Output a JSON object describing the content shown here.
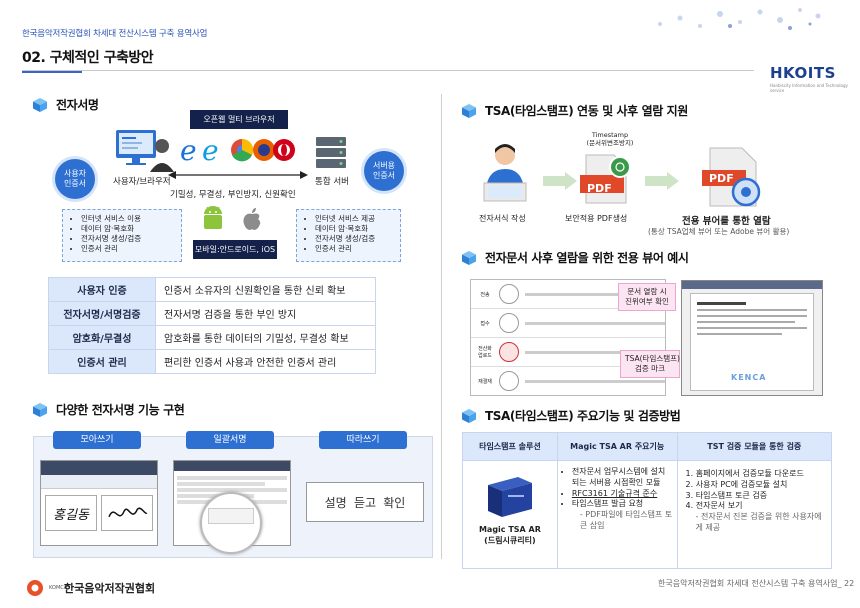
{
  "header": {
    "subtitle": "한국음악저작권협회 차세대 전산시스템 구축 용역사업",
    "title": "02. 구체적인 구축방안",
    "logo_text": "HKOITS",
    "logo_sub": "Hanbiscity Information and Technology service"
  },
  "left": {
    "sec1_title": "전자서명",
    "browser_label": "오픈웹 멀티 브라우저",
    "user_badge": "사용자\n인증서",
    "server_badge": "서버용\n인증서",
    "user_browser": "사용자/브라우저",
    "server": "통합 서버",
    "arrow_caption": "기밀성, 무결성, 부인방지, 신원확인",
    "mobile_label": "모바일:안드로이드, iOS",
    "left_bullets": [
      "인터넷 서비스 이용",
      "데이터 암·복호화",
      "전자서명 생성/검증",
      "인증서 관리"
    ],
    "right_bullets": [
      "인터넷 서비스 제공",
      "데이터 암·복호화",
      "전자서명 생성/검증",
      "인증서 관리"
    ],
    "table": [
      {
        "k": "사용자 인증",
        "v": "인증서 소유자의 신원확인을 통한 신뢰 확보"
      },
      {
        "k": "전자서명/서명검증",
        "v": "전자서명 검증을 통한 부인 방지"
      },
      {
        "k": "암호화/무결성",
        "v": "암호화를 통한 데이터의 기밀성, 무결성 확보"
      },
      {
        "k": "인증서 관리",
        "v": "편리한 인증서 사용과 안전한 인증서 관리"
      }
    ],
    "sec2_title": "다양한 전자서명 기능 구현",
    "features": [
      "모아쓰기",
      "일괄서명",
      "따라쓰기"
    ],
    "sign_sample_1": "홍길동",
    "follow_text": "설명 듣고 확인"
  },
  "right": {
    "sec1_title": "TSA(타임스탬프) 연동 및 사후 열람 지원",
    "timestamp_label": "Timestamp\n(문서위변조방지)",
    "pdf": "PDF",
    "step1": "전자서식 작성",
    "step2": "보안적용 PDF생성",
    "step3": "전용 뷰어를 통한 열람",
    "step3_note": "(통상 TSA업체 뷰어 또는 Adobe 뷰어 활용)",
    "sec2_title": "전자문서 사후 열람을 위한 전용 뷰어 예시",
    "callout1": "문서 열람 시\n진위여부 확인",
    "callout2": "TSA(타임스탬프)\n검증 마크",
    "viewer_rows": [
      "전송",
      "접수",
      "전산화\n업로드",
      "재결재"
    ],
    "viewer_stamp": "KENCA",
    "sec3_title": "TSA(타임스탬프) 주요기능 및 검증방법",
    "th": [
      "타임스탬프 솔루션",
      "Magic TSA AR 주요기능",
      "TST 검증 모듈을 통한 검증"
    ],
    "product_name": "Magic TSA AR\n(드림시큐리티)",
    "features": [
      "전자문서 업무시스템에 설치되는 서버용 시점확인 모듈",
      "RFC3161 기술규격 준수",
      "타임스탬프 발급 요청"
    ],
    "feature_sub": "PDF파일에 타임스탬프 토큰 삽입",
    "verify_steps": [
      "1. 홈페이지에서  검증모듈 다운로드",
      "2. 사용자 PC에 검증모듈 설치",
      "3. 타임스탬프 토큰 검증",
      "4. 전자문서 보기"
    ],
    "verify_sub": "전자문서 진본 검증을 위한 사용자에게 제공"
  },
  "footer": {
    "org": "한국음악저작권협회",
    "org_mark": "KOMCA",
    "page": "한국음악저작권협회 차세대 전산시스템 구축 용역사업_ 22"
  }
}
